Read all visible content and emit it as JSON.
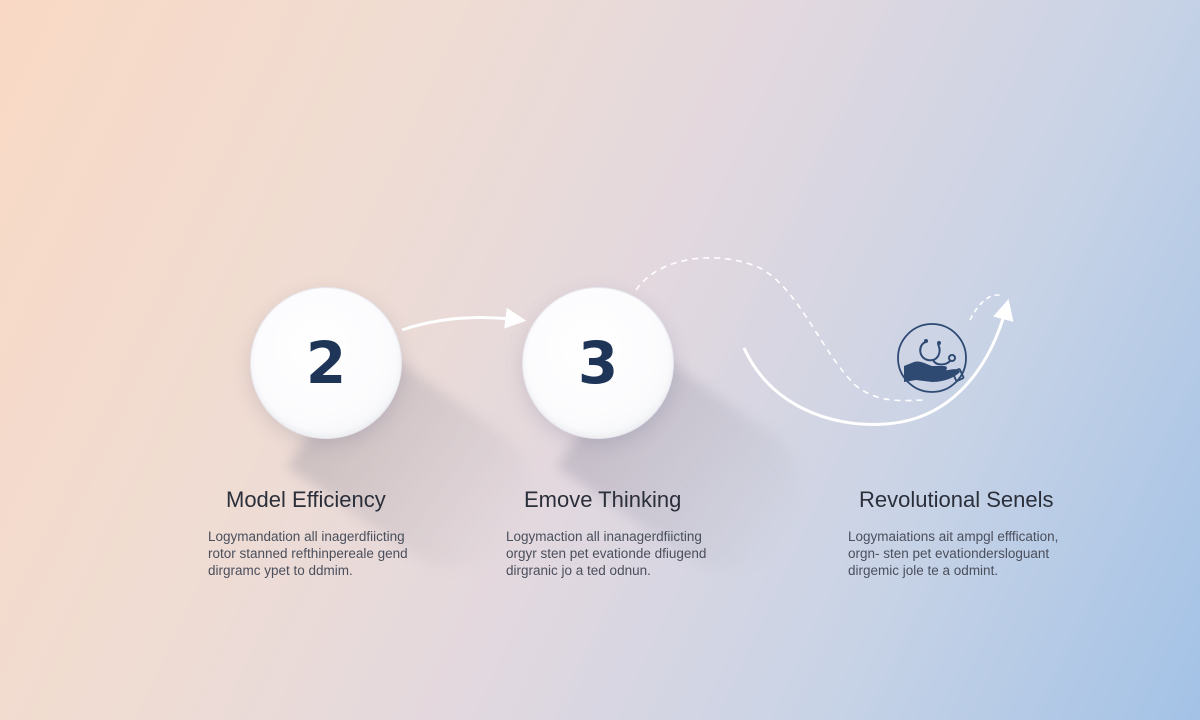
{
  "steps": [
    {
      "number": "2",
      "title": "Model Efficiency",
      "desc": [
        "Logymandation all inagerdfiicting",
        "rotor stanned refthinpereale gend",
        "dirgramc ypet to ddmim."
      ]
    },
    {
      "number": "3",
      "title": "Emove Thinking",
      "desc": [
        "Logymaction all inanagerdfiicting",
        "orgyr sten pet evationde dfiugend",
        "dirgranic jo a ted odnun."
      ]
    },
    {
      "title": "Revolutional Senels",
      "icon": "hand-stethoscope-icon",
      "desc": [
        "Logymaiations ait ampgl efffication,",
        "orgn- sten pet evationdersloguant",
        "dirgemic jole te a odmint."
      ]
    }
  ],
  "colors": {
    "number": "#1f3557",
    "icon": "#2e4a73",
    "connector": "#ffffff"
  }
}
